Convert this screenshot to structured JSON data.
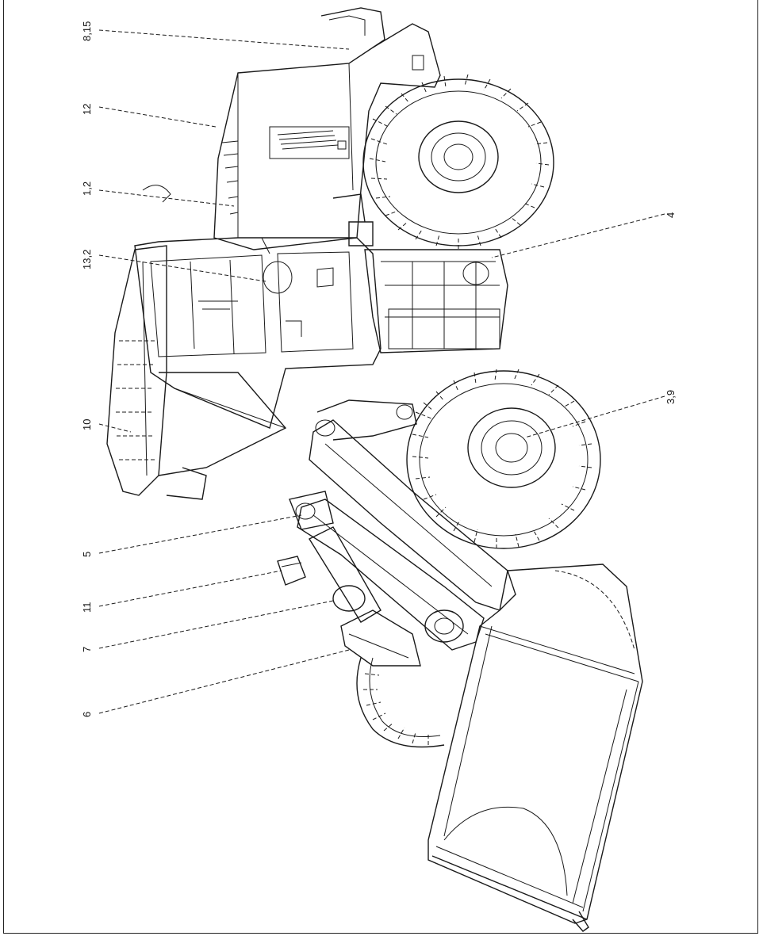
{
  "callouts": [
    {
      "id": "c1",
      "text": "8,15"
    },
    {
      "id": "c2",
      "text": "12"
    },
    {
      "id": "c3",
      "text": "1,2"
    },
    {
      "id": "c4",
      "text": "13,2"
    },
    {
      "id": "c5",
      "text": "10"
    },
    {
      "id": "c6",
      "text": "5"
    },
    {
      "id": "c7",
      "text": "11"
    },
    {
      "id": "c8",
      "text": "7"
    },
    {
      "id": "c9",
      "text": "6"
    },
    {
      "id": "c10",
      "text": "4"
    },
    {
      "id": "c11",
      "text": "3,9"
    }
  ],
  "colors": {
    "line": "#1a1a1a",
    "background": "#ffffff"
  }
}
